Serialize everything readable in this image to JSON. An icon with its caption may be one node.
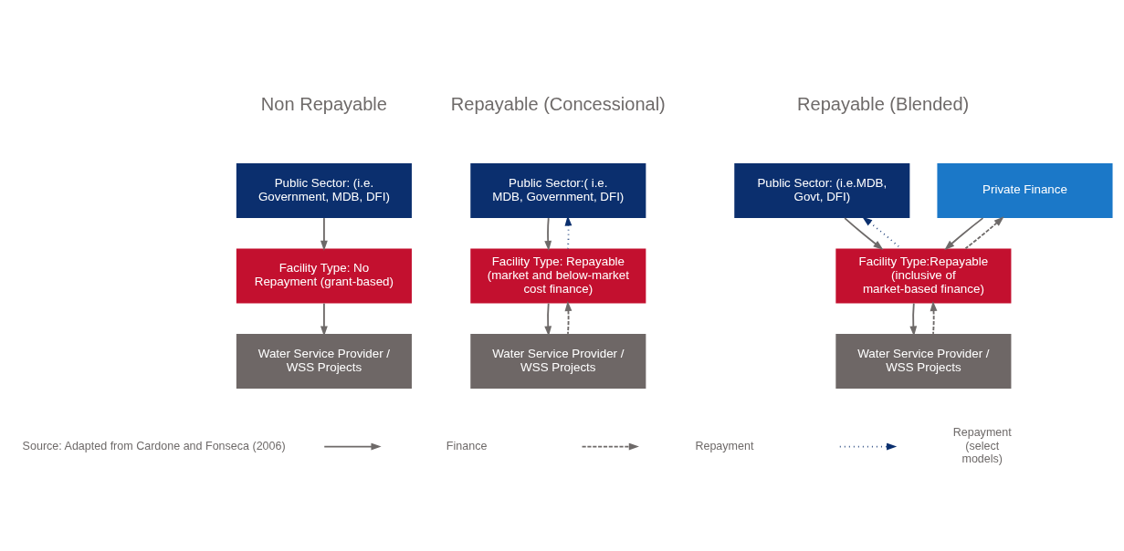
{
  "diagram": {
    "nodes": [
      {
        "text": [
          "Public Sector: (i.e. Government, MDB, DFI)"
        ]
      },
      {
        "text": [
          "Facility Type: No Repayment (grant-based)"
        ]
      },
      {
        "text": [
          "Water Service Provider / WSS Projects"
        ]
      },
      {
        "text": [
          "Public Sector:( i.e. MDB, Government, DFI)"
        ]
      },
      {
        "text": [
          "Facility Type: Repayable (market and below-market cost finance)"
        ]
      },
      {
        "text": [
          "Water Service Provider / WSS Projects"
        ]
      },
      {
        "text": [
          "Public Sector: (i.e.MDB, Govt, DFI)"
        ]
      },
      {
        "text": [
          "Private Finance"
        ]
      },
      {
        "text": [
          "Facility Type:Repayable (inclusive of market-based finance)"
        ]
      },
      {
        "text": [
          "Water Service Provider / WSS Projects"
        ]
      }
    ],
    "edges": [
      {
        "from": 0,
        "to": 1,
        "arrow": "to"
      },
      {
        "from": 1,
        "to": 2,
        "arrow": "to"
      },
      {
        "from": 3,
        "to": 4,
        "arrow": "to"
      },
      {
        "from": 4,
        "to": 3,
        "arrow": "to",
        "style": "dashed",
        "color": "#0b2f6e"
      },
      {
        "from": 4,
        "to": 5,
        "arrow": "to"
      },
      {
        "from": 5,
        "to": 4,
        "arrow": "to",
        "style": "dashed"
      },
      {
        "from": 6,
        "to": 8,
        "arrow": "to"
      },
      {
        "from": 8,
        "to": 6,
        "arrow": "to",
        "style": "dashed",
        "color": "#0b2f6e"
      },
      {
        "from": 7,
        "to": 8,
        "arrow": "to"
      },
      {
        "from": 8,
        "to": 7,
        "arrow": "to",
        "style": "dashed"
      },
      {
        "from": 8,
        "to": 9,
        "arrow": "to"
      },
      {
        "from": 9,
        "to": 8,
        "arrow": "to",
        "style": "dashed"
      }
    ],
    "labels": [
      "Non Repayable",
      "Repayable (Concessional)",
      "Repayable (Blended)",
      "Source: Adapted from Cardone and Fonseca (2006)"
    ],
    "legend": [
      {
        "text": "Finance"
      },
      {
        "text": "Repayment"
      },
      {
        "text": "Repayment (select models)"
      }
    ]
  }
}
